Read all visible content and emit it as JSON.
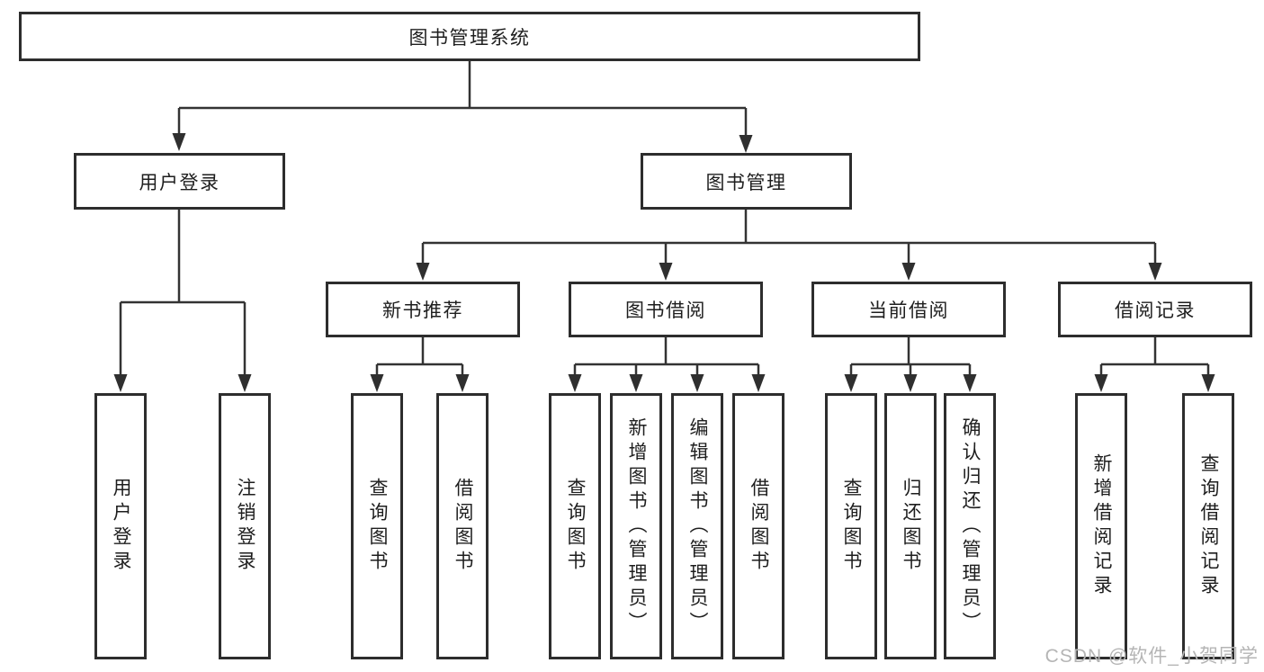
{
  "diagram": {
    "root": {
      "label": "图书管理系统"
    },
    "level2": [
      {
        "label": "用户登录",
        "parent": "图书管理系统"
      },
      {
        "label": "图书管理",
        "parent": "图书管理系统"
      }
    ],
    "level3": [
      {
        "label": "新书推荐",
        "parent": "图书管理"
      },
      {
        "label": "图书借阅",
        "parent": "图书管理"
      },
      {
        "label": "当前借阅",
        "parent": "图书管理"
      },
      {
        "label": "借阅记录",
        "parent": "图书管理"
      }
    ],
    "leaves": [
      {
        "label": "用户登录",
        "parent": "用户登录"
      },
      {
        "label": "注销登录",
        "parent": "用户登录"
      },
      {
        "label": "查询图书",
        "parent": "新书推荐"
      },
      {
        "label": "借阅图书",
        "parent": "新书推荐"
      },
      {
        "label": "查询图书",
        "parent": "图书借阅"
      },
      {
        "label": "新增图书（管理员）",
        "parent": "图书借阅"
      },
      {
        "label": "编辑图书（管理员）",
        "parent": "图书借阅"
      },
      {
        "label": "借阅图书",
        "parent": "图书借阅"
      },
      {
        "label": "查询图书",
        "parent": "当前借阅"
      },
      {
        "label": "归还图书",
        "parent": "当前借阅"
      },
      {
        "label": "确认归还（管理员）",
        "parent": "当前借阅"
      },
      {
        "label": "新增借阅记录",
        "parent": "借阅记录"
      },
      {
        "label": "查询借阅记录",
        "parent": "借阅记录"
      }
    ]
  },
  "watermark": {
    "text": "CSDN @软件_小贺同学",
    "color": "#b5b5b5"
  },
  "colors": {
    "background": "#ffffff",
    "line": "#333333",
    "box_border": "#2d2d2d",
    "text": "#1e1e1e"
  }
}
